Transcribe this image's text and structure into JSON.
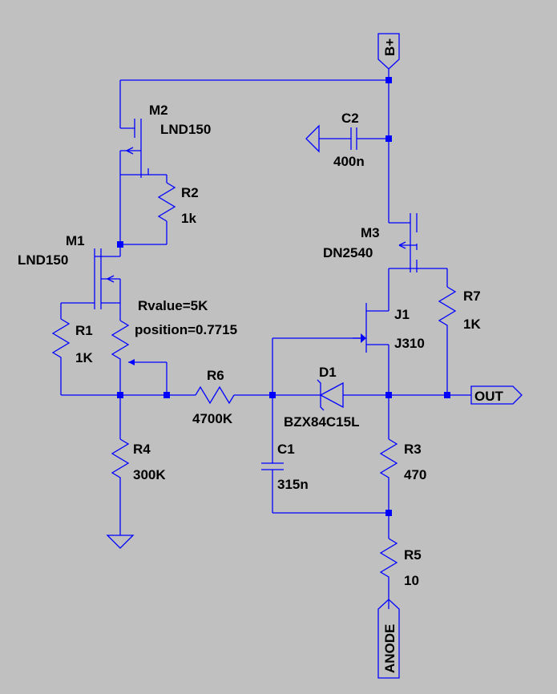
{
  "colors": {
    "background": "#c0c0c0",
    "wire": "#0000ff",
    "text": "#000000"
  },
  "nets": {
    "supply": "B+",
    "output": "OUT",
    "anode": "ANODE"
  },
  "components": {
    "m1": {
      "ref": "M1",
      "value": "LND150"
    },
    "m2": {
      "ref": "M2",
      "value": "LND150"
    },
    "m3": {
      "ref": "M3",
      "value": "DN2540"
    },
    "j1": {
      "ref": "J1",
      "value": "J310"
    },
    "c1": {
      "ref": "C1",
      "value": "315n"
    },
    "c2": {
      "ref": "C2",
      "value": "400n"
    },
    "d1": {
      "ref": "D1",
      "value": "BZX84C15L"
    },
    "r1": {
      "ref": "R1",
      "value": "1K"
    },
    "r2": {
      "ref": "R2",
      "value": "1k"
    },
    "r3": {
      "ref": "R3",
      "value": "470"
    },
    "r4": {
      "ref": "R4",
      "value": "300K"
    },
    "r5": {
      "ref": "R5",
      "value": "10"
    },
    "r6": {
      "ref": "R6",
      "value": "4700K"
    },
    "r7": {
      "ref": "R7",
      "value": "1K"
    },
    "pot": {
      "rvalue": "Rvalue=5K",
      "position": "position=0.7715"
    }
  }
}
